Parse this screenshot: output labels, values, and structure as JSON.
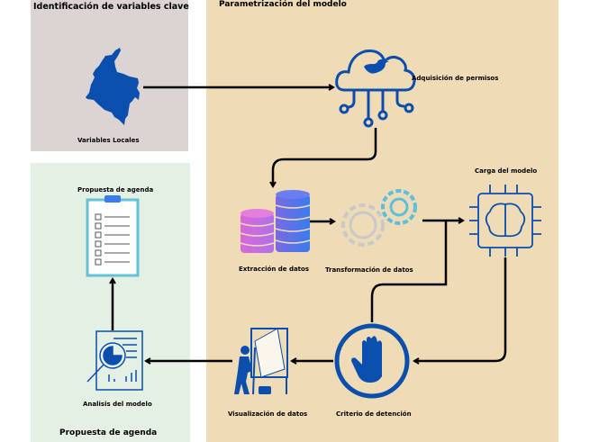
{
  "panels": {
    "identificacion": {
      "title": "Identificación de variables clave",
      "background": "#dcd3d3"
    },
    "parametrizacion": {
      "title": "Parametrización del modelo",
      "background": "#efdbb6"
    },
    "propuesta": {
      "title": "Propuesta de agenda",
      "background": "#e5f0e5"
    }
  },
  "nodes": {
    "variables_locales": {
      "label": "Variables Locales",
      "icon": "colombia-map-icon"
    },
    "adquisicion": {
      "label": "Adquisición de permisos",
      "icon": "twitter-cloud-icon"
    },
    "extraccion": {
      "label": "Extracción de datos",
      "icon": "database-icon"
    },
    "transformacion": {
      "label": "Transformación de datos",
      "icon": "gears-icon"
    },
    "carga": {
      "label": "Carga del modelo",
      "icon": "ai-brain-chip-icon"
    },
    "criterio": {
      "label": "Criterio de detención",
      "icon": "stop-hand-icon"
    },
    "visualizacion": {
      "label": "Visualización de datos",
      "icon": "presenter-board-icon"
    },
    "analisis": {
      "label": "Analisis del modelo",
      "icon": "report-magnifier-icon"
    },
    "propuesta_agenda": {
      "label": "Propuesta de agenda",
      "icon": "clipboard-checklist-icon"
    }
  },
  "colors": {
    "icon_blue": "#0a4fae",
    "arrow": "#000000"
  }
}
